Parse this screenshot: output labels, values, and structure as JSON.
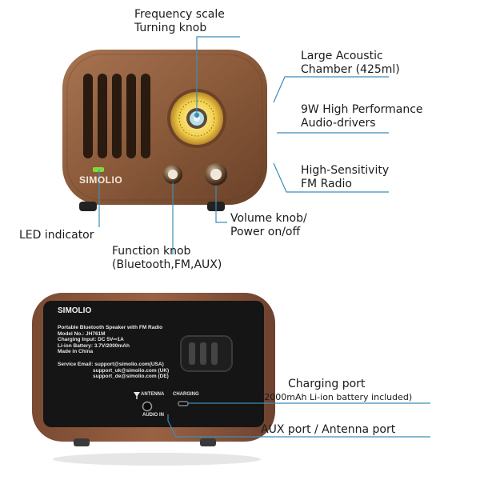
{
  "front": {
    "brand": "SIMOLIO",
    "callouts": {
      "frequency_scale": "Frequency scale",
      "turning_knob": "Turning knob",
      "acoustic_line1": "Large Acoustic",
      "acoustic_line2": "Chamber (425ml)",
      "audio_line1": "9W High Performance",
      "audio_line2": "Audio-drivers",
      "fm_line1": "High-Sensitivity",
      "fm_line2": "FM Radio",
      "led": "LED indicator",
      "volume_line1": "Volume knob/",
      "volume_line2": "Power on/off",
      "function_line1": "Function knob",
      "function_line2": "(Bluetooth,FM,AUX)"
    }
  },
  "back": {
    "brand": "SIMOLIO",
    "spec_lines": [
      "Portable Bluetooth Speaker with FM Radio",
      "Model No.: JH761M",
      "Charging Input: DC 5V⎓1A",
      "Li-ion Battery: 3.7V/2000mAh",
      "Made in China"
    ],
    "service_lines": [
      "Service Email: support@simolio.com(USA)",
      "support_uk@simolio.com (UK)",
      "support_de@simolio.com (DE)"
    ],
    "antenna_label": "ANTENNA",
    "charging_label": "CHARGING",
    "audio_in_label": "AUDIO IN",
    "callouts": {
      "charging_port": "Charging port",
      "charging_note": "(2000mAh Li-ion battery included)",
      "aux_port": "AUX port / Antenna port"
    }
  },
  "colors": {
    "accent": "#3a8fb7",
    "wood": "#8a5a3a",
    "panel": "#151515",
    "dial": "#e8c23a"
  }
}
